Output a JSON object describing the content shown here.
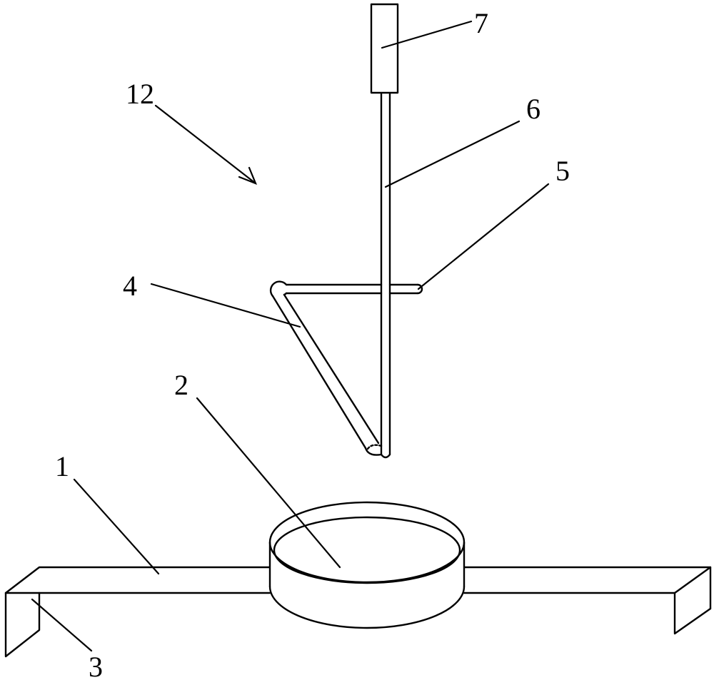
{
  "diagram": {
    "labels": {
      "part_1": "1",
      "part_2": "2",
      "part_3": "3",
      "part_4": "4",
      "part_5": "5",
      "part_6": "6",
      "part_7": "7",
      "assembly_12": "12"
    }
  }
}
